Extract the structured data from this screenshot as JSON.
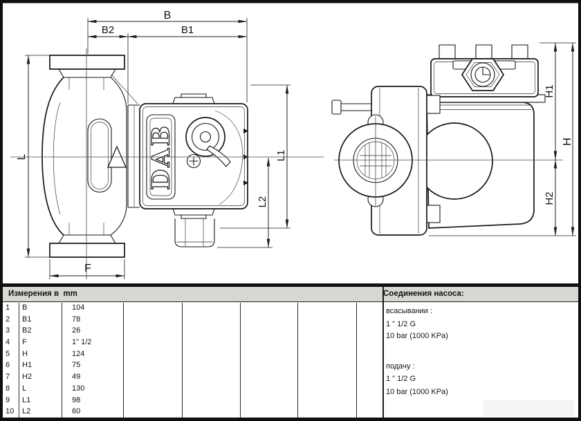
{
  "drawing": {
    "logo_text": "DAB",
    "labels": {
      "b": "B",
      "b1": "B1",
      "b2": "B2",
      "l": "L",
      "l1": "L1",
      "l2": "L2",
      "f": "F",
      "h": "H",
      "h1": "H1",
      "h2": "H2"
    }
  },
  "table": {
    "header_left": "Измерения в  mm",
    "header_right": "Соединения насоса:",
    "rows": [
      {
        "num": "1",
        "label": "B",
        "value": "104"
      },
      {
        "num": "2",
        "label": "B1",
        "value": "78"
      },
      {
        "num": "3",
        "label": "B2",
        "value": "26"
      },
      {
        "num": "4",
        "label": "F",
        "value": "1\" 1/2"
      },
      {
        "num": "5",
        "label": "H",
        "value": "124"
      },
      {
        "num": "6",
        "label": "H1",
        "value": "75"
      },
      {
        "num": "7",
        "label": "H2",
        "value": "49"
      },
      {
        "num": "8",
        "label": "L",
        "value": "130"
      },
      {
        "num": "9",
        "label": "L1",
        "value": "98"
      },
      {
        "num": "10",
        "label": "L2",
        "value": "60"
      }
    ],
    "connections": {
      "suction_label": "всасывании :",
      "suction_thread": "1 \" 1/2 G",
      "suction_pressure": "10 bar (1000 KPa)",
      "delivery_label": "подачу :",
      "delivery_thread": "1 \" 1/2 G",
      "delivery_pressure": "10 bar (1000 KPa)"
    }
  },
  "colors": {
    "header_bg": "#d8d8d3",
    "line": "#1a1a1a",
    "background": "#ffffff"
  }
}
